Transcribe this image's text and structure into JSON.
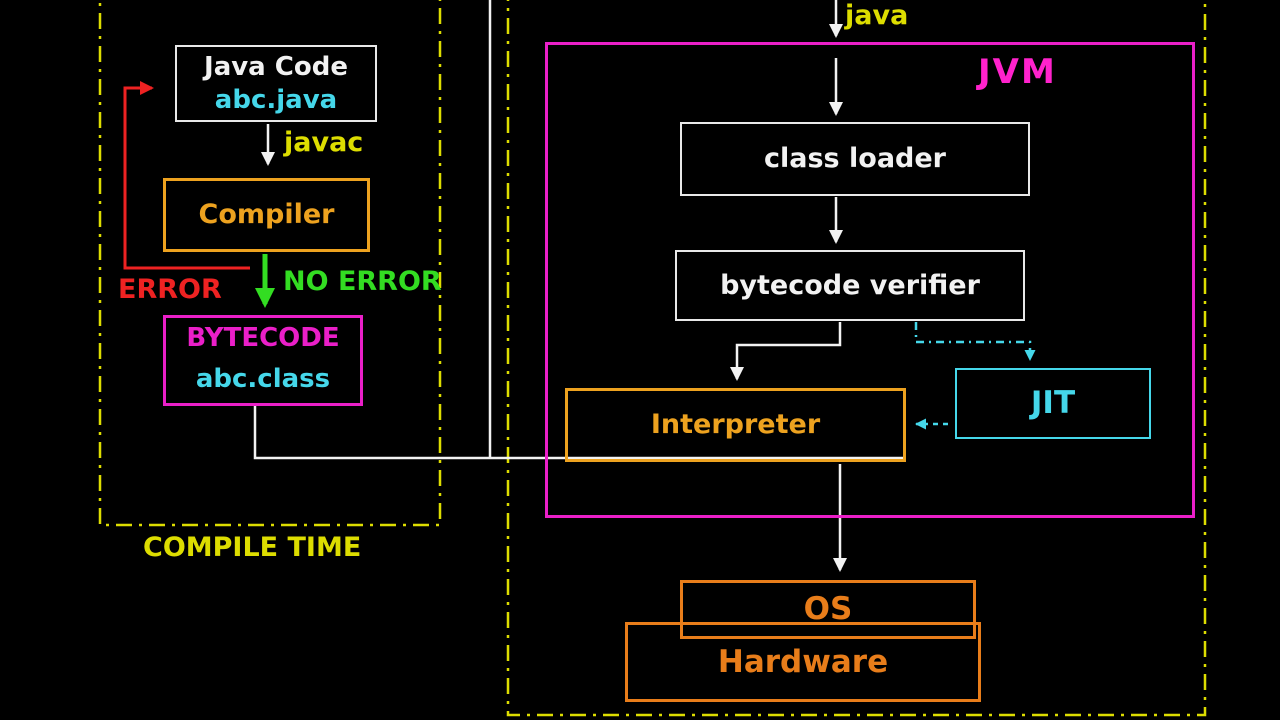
{
  "title": "Java compile time and JVM runtime flow diagram",
  "colors": {
    "background": "#000000",
    "yellow": "#dddd00",
    "white": "#f2f2f2",
    "cyan": "#45d7ea",
    "magenta": "#ea1fc8",
    "orange": "#eda21f",
    "deep_orange": "#e87d1a",
    "red": "#ee2222",
    "green": "#33dd22"
  },
  "compile_time": {
    "region_label": "COMPILE TIME",
    "java_code": {
      "title": "Java Code",
      "file": "abc.java"
    },
    "javac_label": "javac",
    "compiler_label": "Compiler",
    "error_label": "ERROR",
    "no_error_label": "NO ERROR",
    "bytecode": {
      "title": "BYTECODE",
      "file": "abc.class"
    }
  },
  "runtime": {
    "java_label": "java",
    "jvm_label": "JVM",
    "class_loader_label": "class loader",
    "bytecode_verifier_label": "bytecode verifier",
    "interpreter_label": "Interpreter",
    "jit_label": "JIT",
    "os_label": "OS",
    "hardware_label": "Hardware"
  }
}
